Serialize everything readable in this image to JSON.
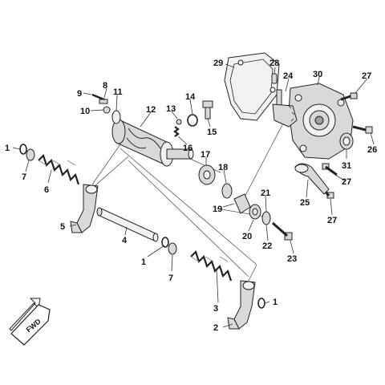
{
  "diagram": {
    "callouts": [
      "1",
      "2",
      "3",
      "4",
      "5",
      "6",
      "7",
      "8",
      "9",
      "10",
      "11",
      "12",
      "13",
      "14",
      "15",
      "16",
      "17",
      "18",
      "19",
      "20",
      "21",
      "22",
      "23",
      "24",
      "25",
      "26",
      "27",
      "28",
      "29",
      "30",
      "31"
    ],
    "fwd_label": "FWD"
  },
  "colors": {
    "part_fill": "#d9d9d9",
    "part_light": "#f2f2f2",
    "part_dark": "#9e9e9e",
    "line": "#222222"
  }
}
